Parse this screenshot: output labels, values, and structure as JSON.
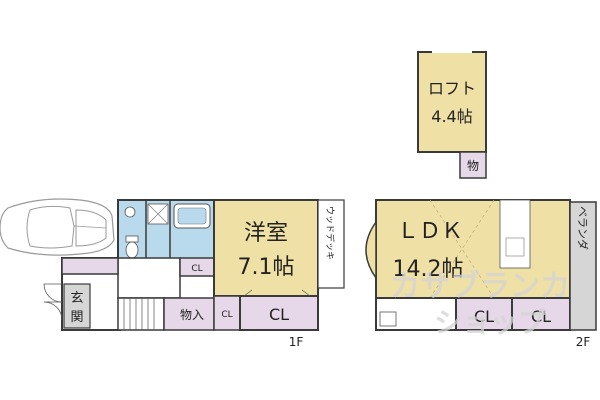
{
  "colors": {
    "room": "#efe0a6",
    "wet_area": "#b9d9ec",
    "closet": "#e6d8e8",
    "corridor": "#ffffff",
    "balcony": "#d6d6d6",
    "wall": "#3a3a3a",
    "car": "#9a9a9a",
    "watermark": "#d4d4d4"
  },
  "icons": {
    "car": "car-icon",
    "bathtub": "bathtub-icon",
    "toilet": "toilet-icon",
    "washbasin": "washbasin-icon",
    "stairs": "stairs-icon"
  },
  "floor1": {
    "label": "1F",
    "rooms": {
      "western_room": {
        "name": "洋室",
        "size": "7.1帖"
      },
      "closet_main": "CL",
      "closet_small": "CL",
      "closet_upper": "CL",
      "storage": "物入",
      "entrance": "玄関",
      "wood_deck": "ウッドデッキ"
    }
  },
  "floor2": {
    "label": "2F",
    "rooms": {
      "ldk": {
        "name": "ＬＤＫ",
        "size": "14.2帖"
      },
      "closet_left": "CL",
      "closet_right": "CL",
      "veranda": "ベランダ"
    }
  },
  "loft": {
    "name": "ロフト",
    "size": "4.4帖",
    "storage": "物"
  },
  "watermark": {
    "line1": "カサブランカ",
    "line2": "ショップ"
  }
}
